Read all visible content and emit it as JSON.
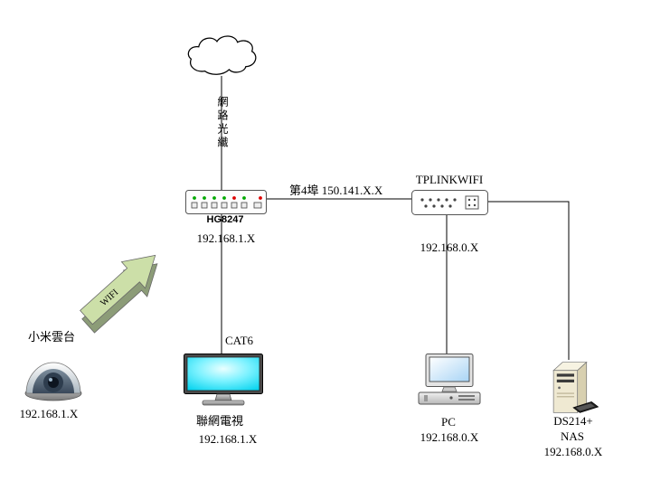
{
  "diagram": {
    "fiber_label": "網路光纖",
    "uplink_label": "第4埠 150.141.X.X",
    "hg8247": {
      "name": "HG8247",
      "ip": "192.168.1.X"
    },
    "tplink": {
      "name": "TPLINKWIFI",
      "ip": "192.168.0.X"
    },
    "wifi_arrow_label": "WIFI",
    "camera": {
      "name": "小米雲台",
      "ip": "192.168.1.X"
    },
    "tv": {
      "cable": "CAT6",
      "name": "聯網電視",
      "ip": "192.168.1.X"
    },
    "pc": {
      "name": "PC",
      "ip": "192.168.0.X"
    },
    "nas": {
      "model": "DS214+",
      "type": "NAS",
      "ip": "192.168.0.X"
    },
    "colors": {
      "line": "#000000",
      "tv_screen": "#35e9ff",
      "arrow_face": "#ccdfa8",
      "arrow_side": "#8c9c78",
      "led_green": "#00a800",
      "led_red": "#dd0000"
    }
  }
}
